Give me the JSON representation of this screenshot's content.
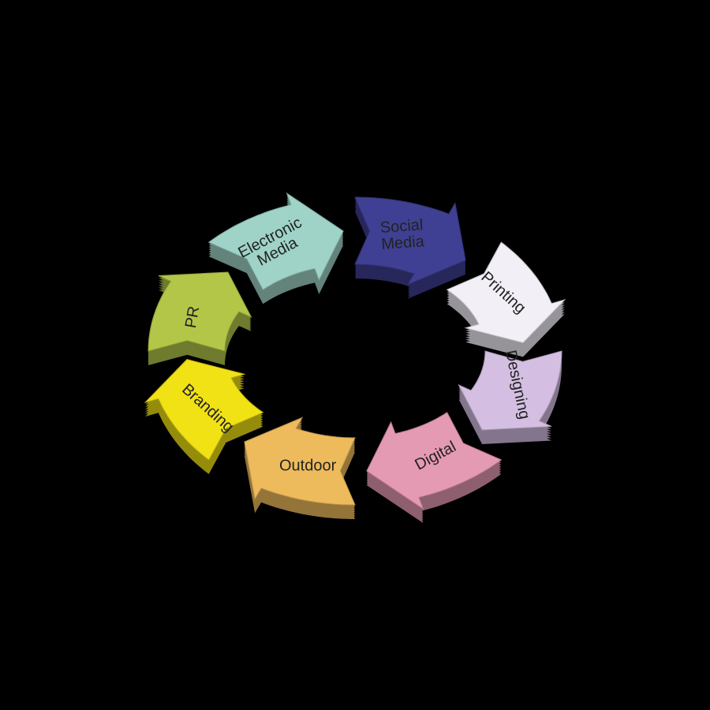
{
  "diagram": {
    "type": "circular-cycle",
    "segments": [
      {
        "id": "social-media",
        "lines": [
          "Social",
          "Media"
        ],
        "color": "#3f3f93",
        "text_color": "#ffffff"
      },
      {
        "id": "printing",
        "lines": [
          "Printing"
        ],
        "color": "#f2eff7",
        "text_color": "#222222"
      },
      {
        "id": "designing",
        "lines": [
          "Designing"
        ],
        "color": "#d4bfe2",
        "text_color": "#222222"
      },
      {
        "id": "digital",
        "lines": [
          "Digital"
        ],
        "color": "#e59ab3",
        "text_color": "#222222"
      },
      {
        "id": "outdoor",
        "lines": [
          "Outdoor"
        ],
        "color": "#eebb5c",
        "text_color": "#222222"
      },
      {
        "id": "branding",
        "lines": [
          "Branding"
        ],
        "color": "#f0e214",
        "text_color": "#222222"
      },
      {
        "id": "pr",
        "lines": [
          "PR"
        ],
        "color": "#b3c648",
        "text_color": "#222222"
      },
      {
        "id": "electronic-media",
        "lines": [
          "Electronic",
          "Media"
        ],
        "color": "#9fd3c7",
        "text_color": "#222222"
      }
    ]
  }
}
